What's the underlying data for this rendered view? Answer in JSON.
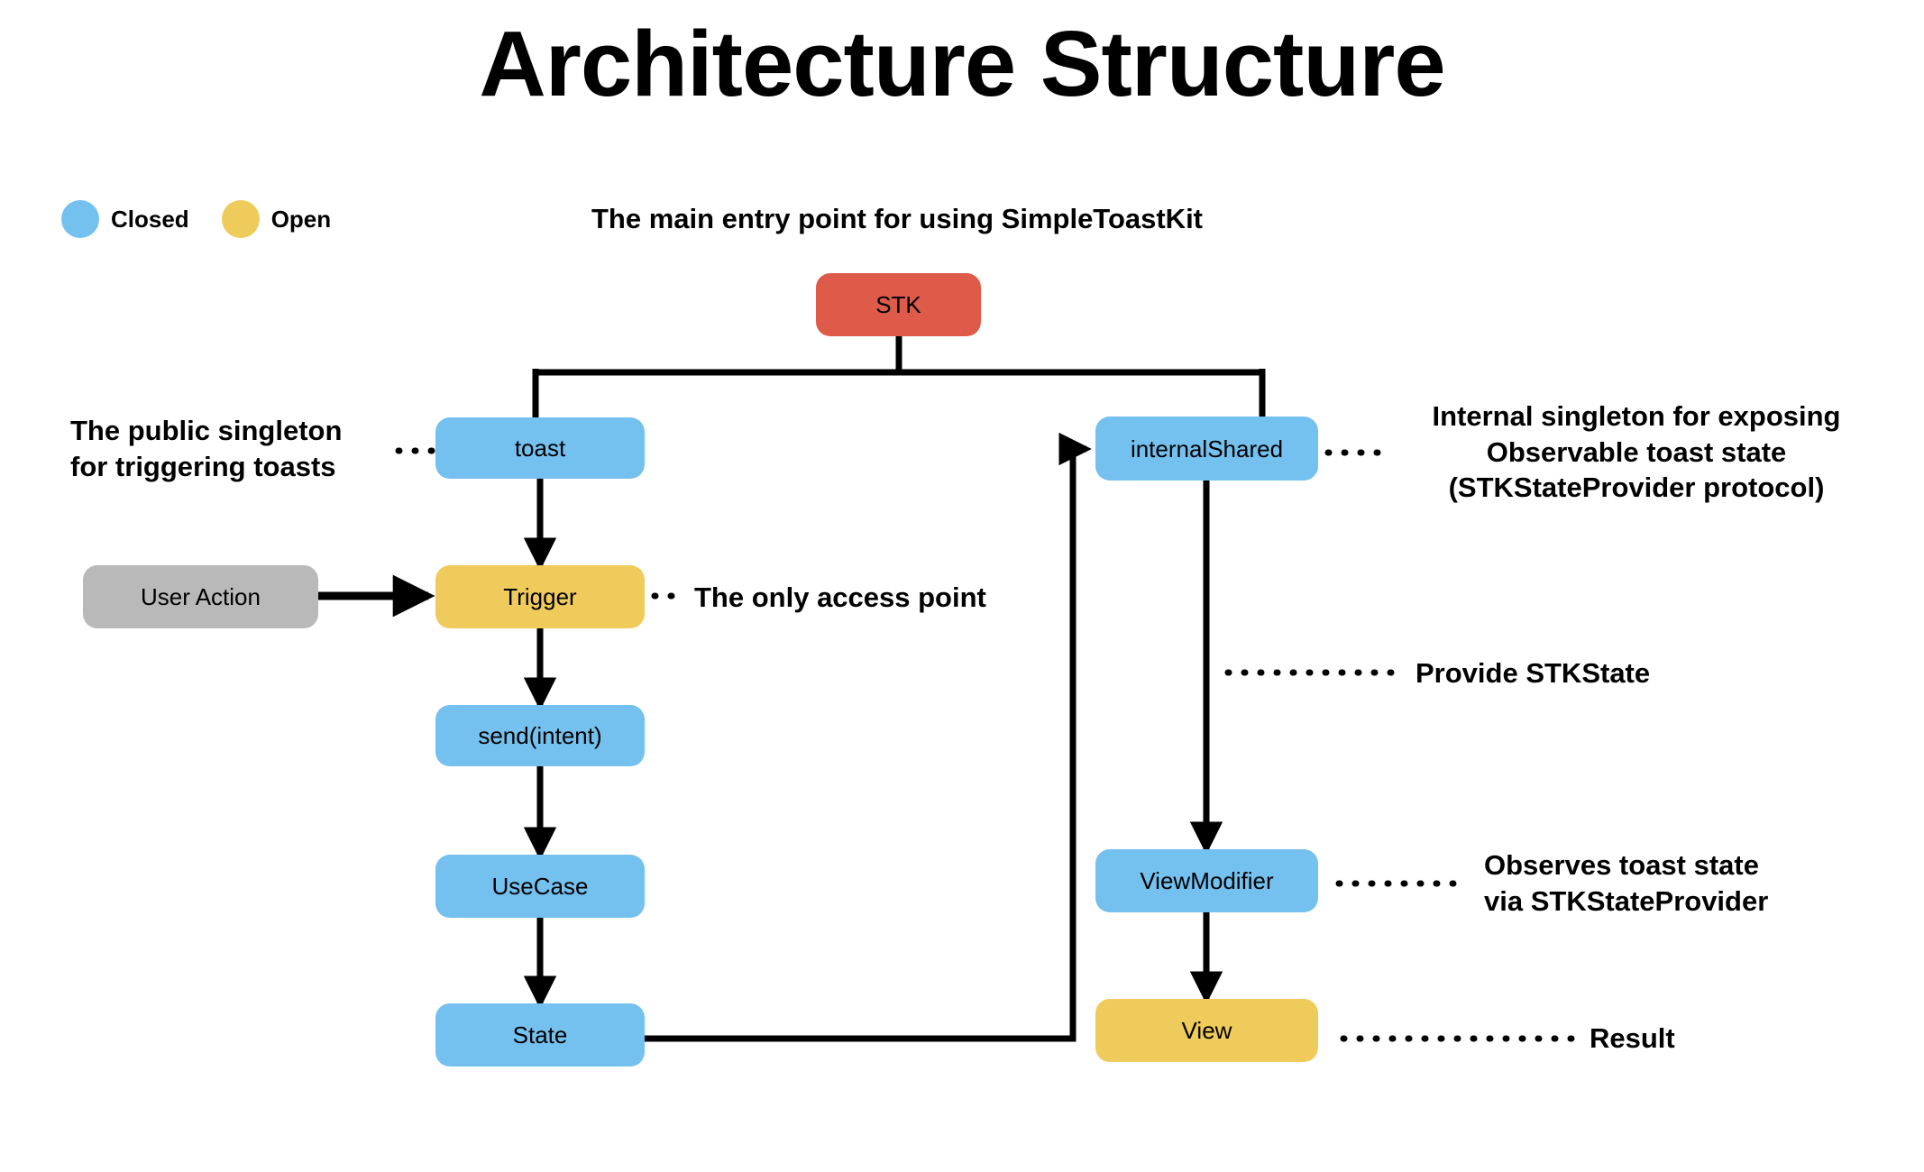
{
  "title": "Architecture Structure",
  "subtitle": "The main entry point for using SimpleToastKit",
  "legend": {
    "items": [
      {
        "label": "Closed",
        "color": "#74C0EF"
      },
      {
        "label": "Open",
        "color": "#EFCB5B"
      }
    ]
  },
  "colors": {
    "closed_blue": "#74C0EF",
    "open_gold": "#EFCB5B",
    "entry_red": "#DE5B4A",
    "external_gray": "#B9B9B9",
    "wire_black": "#000000",
    "background": "#FFFFFF"
  },
  "nodes": {
    "stk": "STK",
    "toast": "toast",
    "trigger": "Trigger",
    "send_intent": "send(intent)",
    "use_case": "UseCase",
    "state": "State",
    "internal_shared": "internalShared",
    "view_modifier": "ViewModifier",
    "view": "View",
    "user_action": "User Action"
  },
  "annotations": {
    "public_singleton": "The public singleton\nfor triggering toasts",
    "only_access_point": "The only access point",
    "internal_singleton": "Internal singleton for exposing\nObservable toast state\n(STKStateProvider protocol)",
    "provide_stkstate": "Provide STKState",
    "observes_toast_state": "Observes toast state\nvia STKStateProvider",
    "result": "Result"
  },
  "diagram_structure": {
    "type": "flowchart",
    "orientation": "top-down",
    "node_classes": {
      "closed": [
        "toast",
        "send(intent)",
        "UseCase",
        "State",
        "internalShared",
        "ViewModifier"
      ],
      "open": [
        "Trigger",
        "View"
      ],
      "entry": [
        "STK"
      ],
      "external": [
        "User Action"
      ]
    },
    "edges": [
      {
        "from": "STK",
        "to": "toast",
        "style": "solid",
        "arrow": false
      },
      {
        "from": "STK",
        "to": "internalShared",
        "style": "solid",
        "arrow": false
      },
      {
        "from": "toast",
        "to": "Trigger",
        "style": "solid",
        "arrow": true
      },
      {
        "from": "User Action",
        "to": "Trigger",
        "style": "solid",
        "arrow": true
      },
      {
        "from": "Trigger",
        "to": "send(intent)",
        "style": "solid",
        "arrow": true
      },
      {
        "from": "send(intent)",
        "to": "UseCase",
        "style": "solid",
        "arrow": true
      },
      {
        "from": "UseCase",
        "to": "State",
        "style": "solid",
        "arrow": true
      },
      {
        "from": "State",
        "to": "internalShared",
        "style": "solid",
        "arrow": true
      },
      {
        "from": "internalShared",
        "to": "ViewModifier",
        "style": "solid",
        "arrow": true
      },
      {
        "from": "ViewModifier",
        "to": "View",
        "style": "solid",
        "arrow": true
      }
    ],
    "leader_lines": [
      {
        "target": "toast",
        "label": "The public singleton for triggering toasts",
        "side": "left"
      },
      {
        "target": "Trigger",
        "label": "The only access point",
        "side": "right"
      },
      {
        "target": "internalShared",
        "label": "Internal singleton for exposing Observable toast state (STKStateProvider protocol)",
        "side": "right"
      },
      {
        "target": "internalShared-ViewModifier-edge",
        "label": "Provide STKState",
        "side": "right"
      },
      {
        "target": "ViewModifier",
        "label": "Observes toast state via STKStateProvider",
        "side": "right"
      },
      {
        "target": "View",
        "label": "Result",
        "side": "right"
      }
    ]
  }
}
